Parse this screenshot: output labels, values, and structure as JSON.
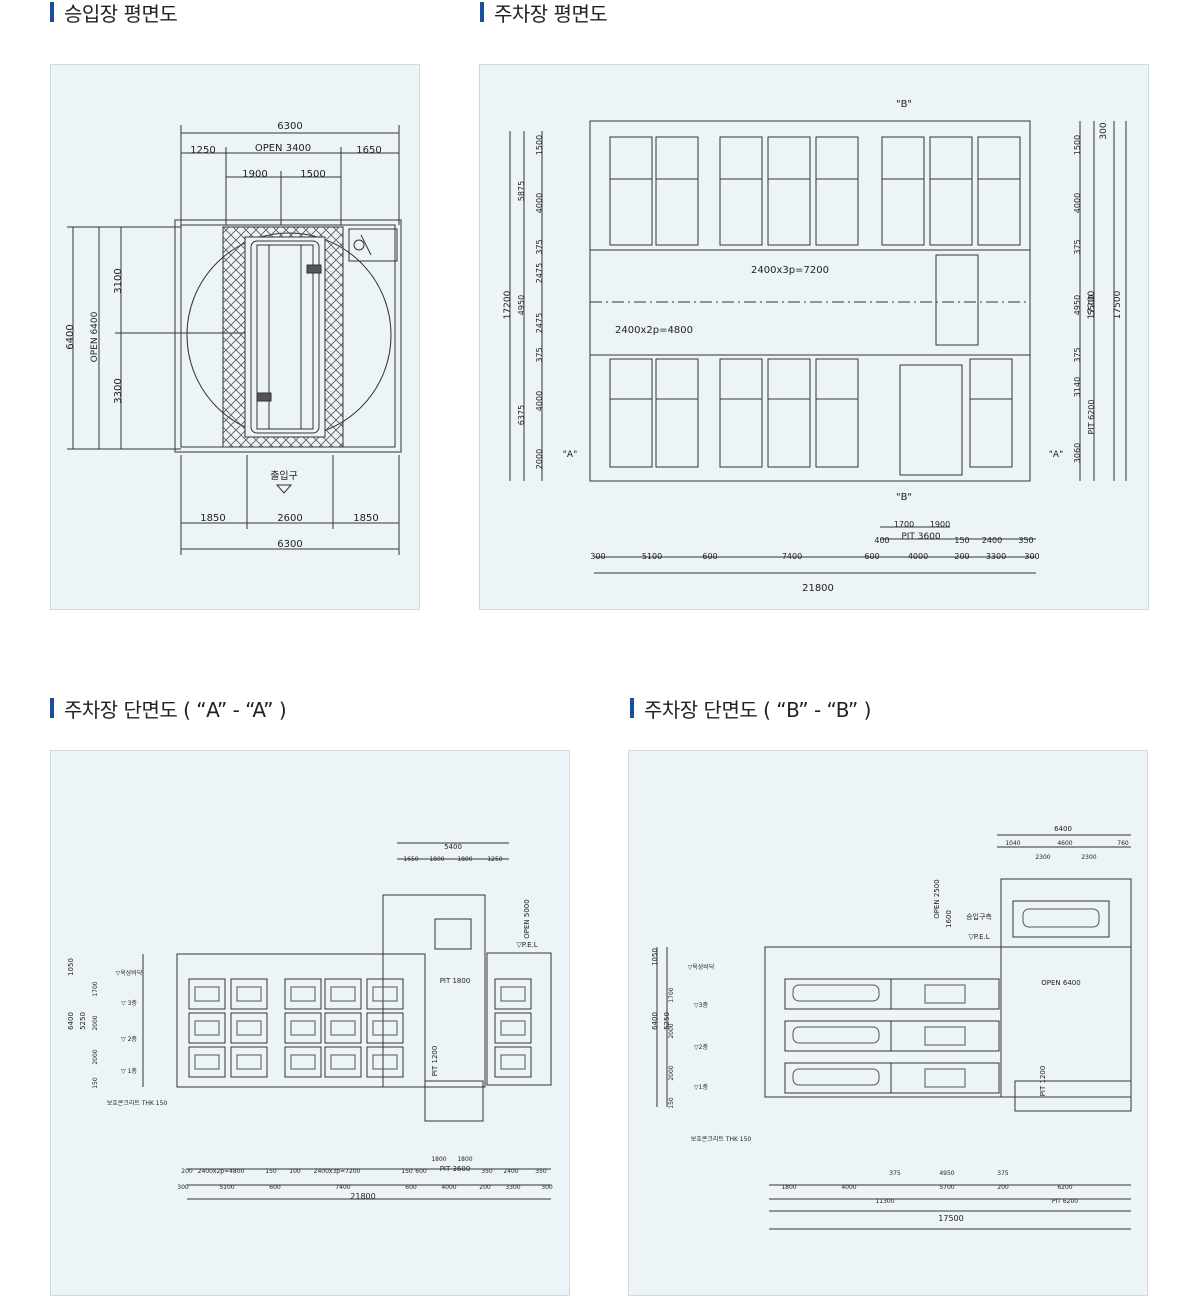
{
  "headings": {
    "elevator_plan": "승입장 평면도",
    "parking_plan": "주차장 평면도",
    "section_a": "주차장 단면도 ( “A” - “A” )",
    "section_b": "주차장 단면도 ( “B” - “B” )"
  },
  "elevator": {
    "top_total": "6300",
    "top_left": "1250",
    "top_open": "OPEN 3400",
    "top_right": "1650",
    "inner_left": "1900",
    "inner_right": "1500",
    "left_total": "6400",
    "left_open": "OPEN 6400",
    "left_upper": "3100",
    "left_lower": "3300",
    "entrance": "출입구",
    "bottom_left": "1850",
    "bottom_mid": "2600",
    "bottom_right": "1850",
    "bottom_total": "6300"
  },
  "parking": {
    "marker_b_top": "\"B\"",
    "marker_b_bottom": "\"B\"",
    "marker_a_left": "\"A\"",
    "marker_a_right": "\"A\"",
    "upper_span": "2400x3p=7200",
    "lower_span": "2400x2p=4800",
    "left_dims": [
      "1500",
      "4000",
      "375",
      "2475",
      "2475",
      "375",
      "4000",
      "2000"
    ],
    "left_group": [
      "5875",
      "4950",
      "6375"
    ],
    "left_total": "17200",
    "right_dims": [
      "1500",
      "4000",
      "375",
      "4950",
      "375",
      "3140",
      "3060"
    ],
    "right_group": [
      "5500",
      "PIT 6200"
    ],
    "right_total_a": "17200",
    "right_total_b": "17500",
    "right_top": "300",
    "pit_dims": [
      "1700",
      "1900"
    ],
    "pit_label": "PIT 3600",
    "pit_small": [
      "400",
      "150",
      "2400",
      "350"
    ],
    "bottom_dims": [
      "300",
      "5100",
      "600",
      "7400",
      "600",
      "4000",
      "200",
      "3300",
      "300"
    ],
    "bottom_total": "21800"
  },
  "section_a": {
    "top_total": "5400",
    "top_dims": [
      "1650",
      "1800",
      "1800",
      "1250"
    ],
    "levels": [
      "▽옥상바닥",
      "▽ 3층",
      "▽ 2층",
      "▽ 1층"
    ],
    "pit_label": "PIT 1800",
    "left_dims": [
      "1700",
      "2000",
      "2000",
      "150"
    ],
    "left_total": "6400",
    "left_inner": "5250",
    "left_top": "1050",
    "pel": "▽P.E.L",
    "open": "OPEN 5000",
    "pit_1200": "PIT 1200",
    "slab": "보호콘크리트\nTHK 150",
    "pit_dims": [
      "1800",
      "1800"
    ],
    "pit_3600": "PIT 3600",
    "row1": [
      "200",
      "2400x2p=4800",
      "150",
      "100",
      "2400x3p=7200",
      "150",
      "600",
      "350",
      "2400",
      "350"
    ],
    "row2": [
      "300",
      "5100",
      "600",
      "7400",
      "600",
      "4000",
      "200",
      "3300",
      "300"
    ],
    "total": "21800"
  },
  "section_b": {
    "top_total": "6400",
    "top_dims": [
      "1040",
      "4600",
      "760"
    ],
    "inner_dims": [
      "2300",
      "2300"
    ],
    "open_2500": "OPEN 2500",
    "open_side": "1600",
    "entrance": "승입구측",
    "pel": "▽P.E.L",
    "open_6400": "OPEN 6400",
    "levels": [
      "▽옥상바닥",
      "▽3층",
      "▽2층",
      "▽1층"
    ],
    "left_dims": [
      "1700",
      "2000",
      "2000",
      "150"
    ],
    "left_total": "6400",
    "left_inner": "5250",
    "left_top": "1050",
    "pit_1200": "PIT 1200",
    "slab": "보호콘크리트\nTHK 150",
    "row1": [
      "375",
      "4950",
      "375"
    ],
    "row2": [
      "1800",
      "4000",
      "5700",
      "200",
      "6200"
    ],
    "row3": [
      "11300",
      "PIT 6200"
    ],
    "total": "17500"
  },
  "colors": {
    "accent": "#1a4f9c",
    "panel_bg": "#edf4f8",
    "line": "#222222"
  }
}
